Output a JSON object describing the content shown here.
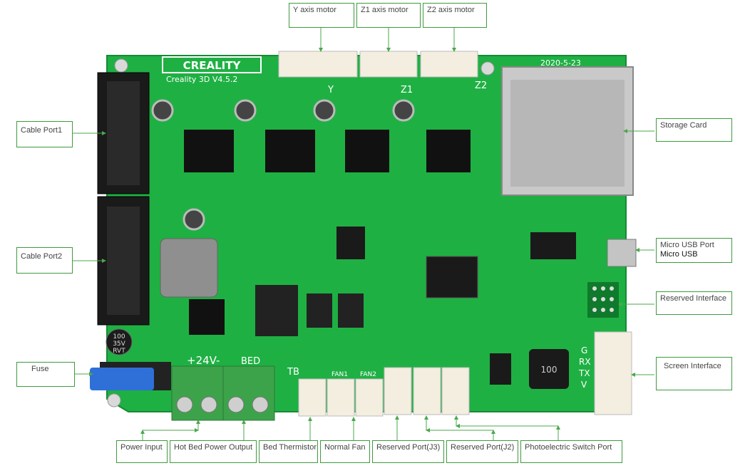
{
  "board": {
    "brand": "CREALITY",
    "model": "Creality 3D V4.5.2",
    "date": "2020-5-23",
    "silk_y": "Y",
    "silk_z1": "Z1",
    "silk_z2": "Z2",
    "silk_24v": "+24V-",
    "silk_bed": "BED",
    "silk_tb": "TB",
    "silk_fan1": "FAN1",
    "silk_fan2": "FAN2",
    "cap_text": "100\n35V\nRVT",
    "inductor_text": "100",
    "uart_pins": [
      "G",
      "RX",
      "TX",
      "V"
    ]
  },
  "labels": {
    "y_motor": "Y axis motor",
    "z1_motor": "Z1 axis motor",
    "z2_motor": "Z2 axis motor",
    "cable1": "Cable Port1",
    "cable2": "Cable Port2",
    "fuse": "Fuse",
    "storage": "Storage Card",
    "usb": "Micro USB Port",
    "usb_sub": "Micro USB",
    "reserved_interface": "Reserved Interface",
    "screen": "Screen Interface",
    "power_input": "Power Input",
    "hot_bed": "Hot Bed Power Output",
    "bed_therm": "Bed Thermistor",
    "normal_fan": "Normal Fan",
    "reserved_j3": "Reserved Port(J3)",
    "reserved_j2": "Reserved Port(J2)",
    "photo_switch": "Photoelectric Switch Port"
  },
  "colors": {
    "pcb": "#1fb043",
    "pcb_dark": "#138a33",
    "label_border": "#3f9a3f",
    "leader": "#4aa84a",
    "connector": "#f3eedf",
    "terminal": "#3ca34a"
  }
}
